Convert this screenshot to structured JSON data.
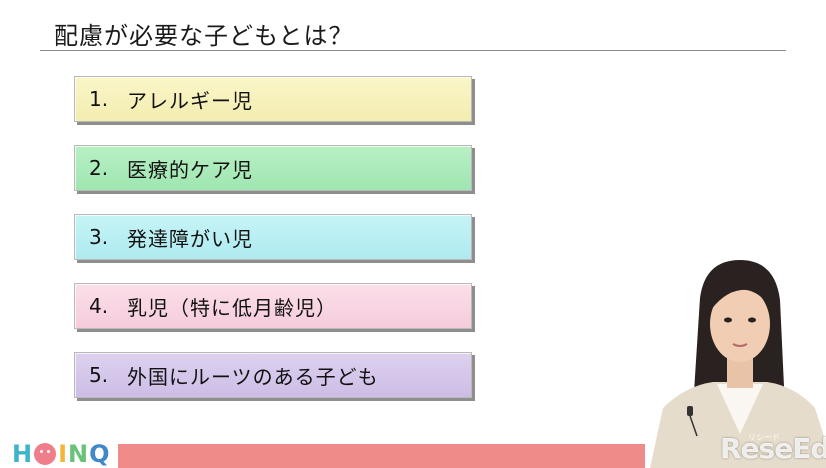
{
  "slide": {
    "title": "配慮が必要な子どもとは？"
  },
  "items": [
    {
      "num": "1.",
      "label": "アレルギー児",
      "color": "#faf6c8",
      "gradient_end": "#f3edb0"
    },
    {
      "num": "2.",
      "label": "医療的ケア児",
      "color": "#b8f0c4",
      "gradient_end": "#9fe6b1"
    },
    {
      "num": "3.",
      "label": "発達障がい児",
      "color": "#c6f4f6",
      "gradient_end": "#aeeaf0"
    },
    {
      "num": "4.",
      "label": "乳児（特に低月齢児）",
      "color": "#fbdfe9",
      "gradient_end": "#f5ccdc"
    },
    {
      "num": "5.",
      "label": "外国にルーツのある子ども",
      "color": "#ddd1ef",
      "gradient_end": "#cdbde6"
    }
  ],
  "branding": {
    "logo_letters": [
      "H",
      "O",
      "I",
      "N",
      "Q"
    ],
    "logo_colors": [
      "#3fb4c9",
      "#ef7d8a",
      "#f4b63a",
      "#69c17a",
      "#3f88c9"
    ],
    "watermark": "ReseEd",
    "watermark_sub": "リシード",
    "bar_color": "#ef8c89"
  }
}
